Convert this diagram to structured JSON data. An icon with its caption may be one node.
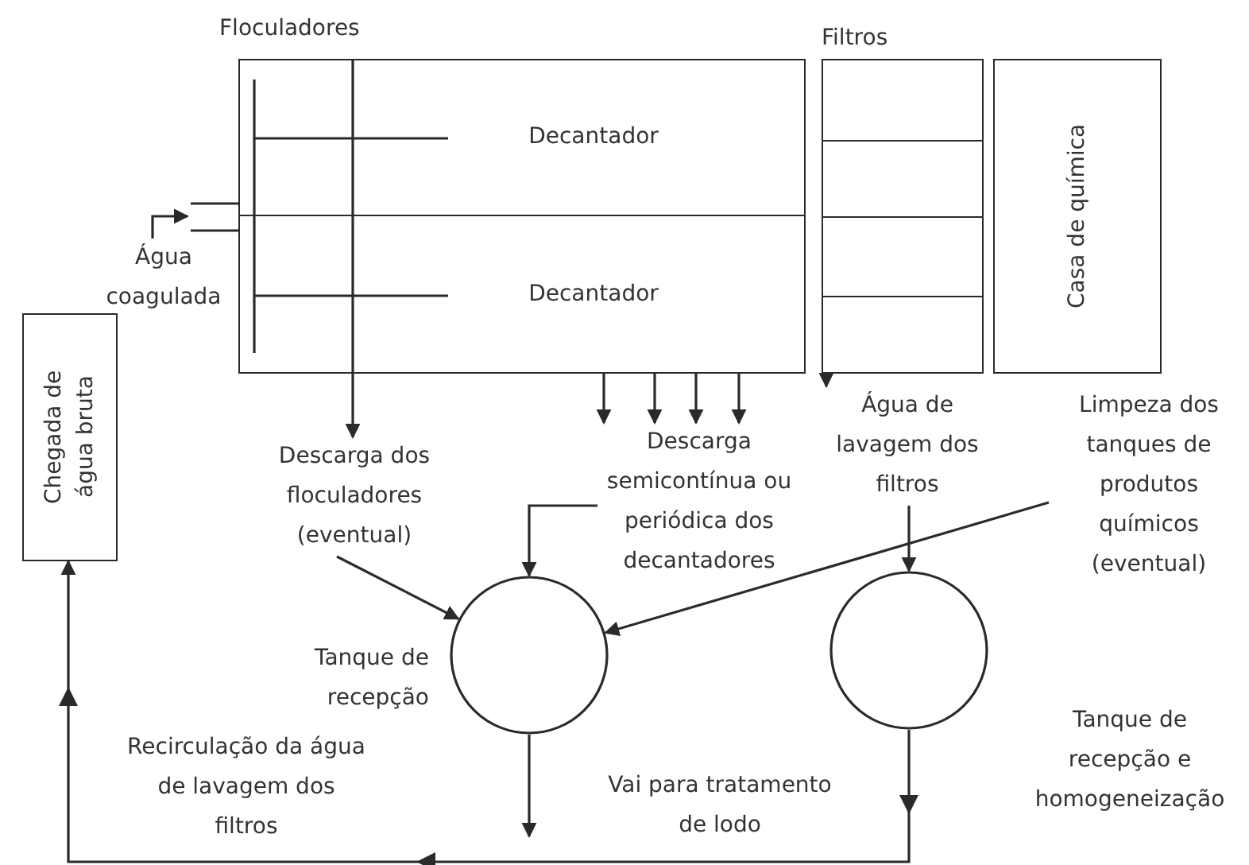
{
  "diagram": {
    "nodes": [
      {
        "text": [
          "Floculadores"
        ]
      },
      {
        "text": [
          "Decantador"
        ]
      },
      {
        "text": [
          "Decantador"
        ]
      },
      {
        "text": [
          "Filtros"
        ]
      },
      {
        "text": [
          "Casa de química"
        ]
      },
      {
        "text": [
          "Chegada de água bruta"
        ]
      },
      {
        "text": [],
        "shape": "circle",
        "beside": [
          "Tanque de recepção"
        ]
      },
      {
        "text": [],
        "shape": "circle",
        "beside": [
          "Tanque de recepção e homogeneização"
        ]
      },
      {
        "text": [
          "Água coagulada"
        ]
      },
      {
        "text": [
          "Descarga dos floculadores (eventual)"
        ]
      },
      {
        "text": [
          "Descarga semicontínua ou periódica dos decantadores"
        ]
      },
      {
        "text": [
          "Água de lavagem dos filtros"
        ]
      },
      {
        "text": [
          "Limpeza dos tanques de produtos químicos (eventual)"
        ]
      }
    ],
    "edges": [
      {
        "from": 8,
        "to": 0,
        "arrow": "to"
      },
      {
        "from": 0,
        "to": 9,
        "arrow": "to"
      },
      {
        "from": 9,
        "to": 6,
        "arrow": "to"
      },
      {
        "from": 2,
        "to": 10,
        "arrow": "to"
      },
      {
        "from": 2,
        "to": 10,
        "arrow": "to"
      },
      {
        "from": 2,
        "to": 10,
        "arrow": "to"
      },
      {
        "from": 2,
        "to": 10,
        "arrow": "to"
      },
      {
        "from": 10,
        "to": 6,
        "arrow": "to"
      },
      {
        "from": 3,
        "to": 11,
        "arrow": "to"
      },
      {
        "from": 11,
        "to": 7,
        "arrow": "to"
      },
      {
        "from": 12,
        "to": 6,
        "arrow": "to"
      },
      {
        "from": 6,
        "to": null,
        "arrow": "to",
        "label": "Vai para tratamento de lodo"
      },
      {
        "from": 7,
        "to": 5,
        "arrow": "to",
        "label": "Recirculação da água de lavagem dos filtros"
      }
    ]
  }
}
